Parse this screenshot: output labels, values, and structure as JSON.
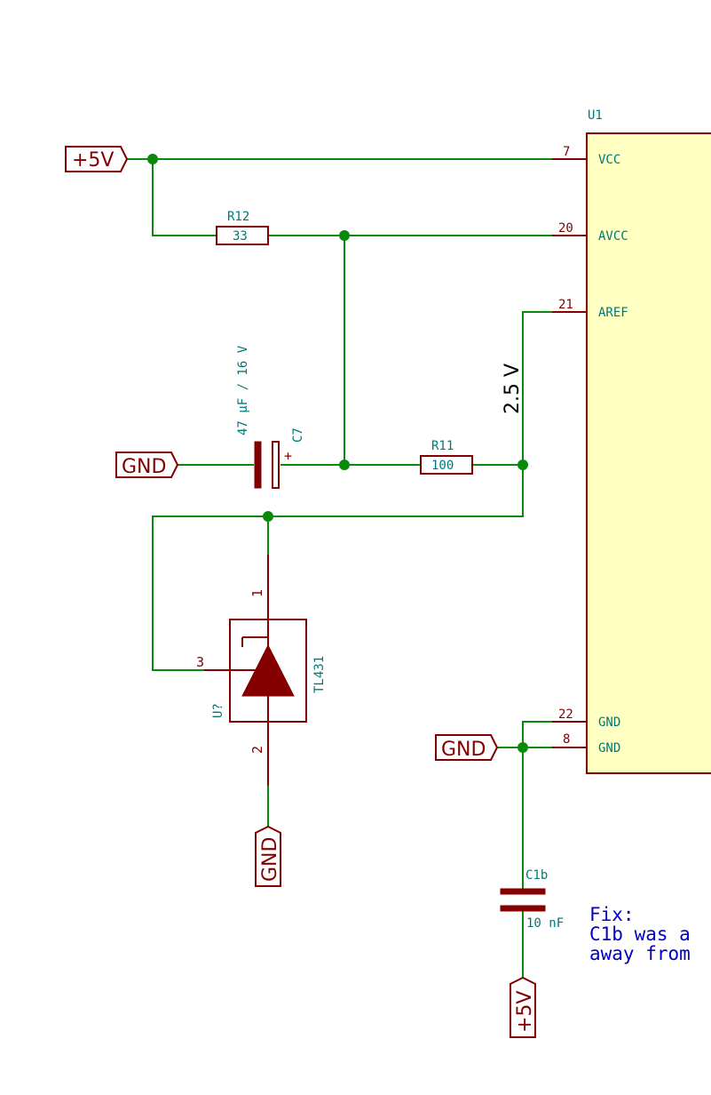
{
  "power_symbols": {
    "p5v_top": "+5V",
    "gnd_cap": "GND",
    "gnd_tl431": "GND",
    "gnd_u1": "GND",
    "p5v_bottom": "+5V"
  },
  "u1": {
    "ref": "U1",
    "pins": [
      {
        "num": "7",
        "name": "VCC"
      },
      {
        "num": "20",
        "name": "AVCC"
      },
      {
        "num": "21",
        "name": "AREF"
      },
      {
        "num": "22",
        "name": "GND"
      },
      {
        "num": "8",
        "name": "GND"
      }
    ]
  },
  "r12": {
    "ref": "R12",
    "value": "33"
  },
  "r11": {
    "ref": "R11",
    "value": "100"
  },
  "c7": {
    "ref": "C7",
    "value": "47 µF / 16 V",
    "polarity": "+"
  },
  "c1b": {
    "ref": "C1b",
    "value": "10 nF"
  },
  "tl431": {
    "ref": "U?",
    "value": "TL431",
    "pin1": "1",
    "pin2": "2",
    "pin3": "3"
  },
  "net_label": "2.5 V",
  "note": {
    "line1": "Fix:",
    "line2": "C1b was a",
    "line3": "away from"
  },
  "colors": {
    "wire": "#0a8a0a",
    "component": "#840000",
    "ic_fill": "#ffffc2",
    "ref_text": "#00787a",
    "note_text": "#0000c8"
  }
}
